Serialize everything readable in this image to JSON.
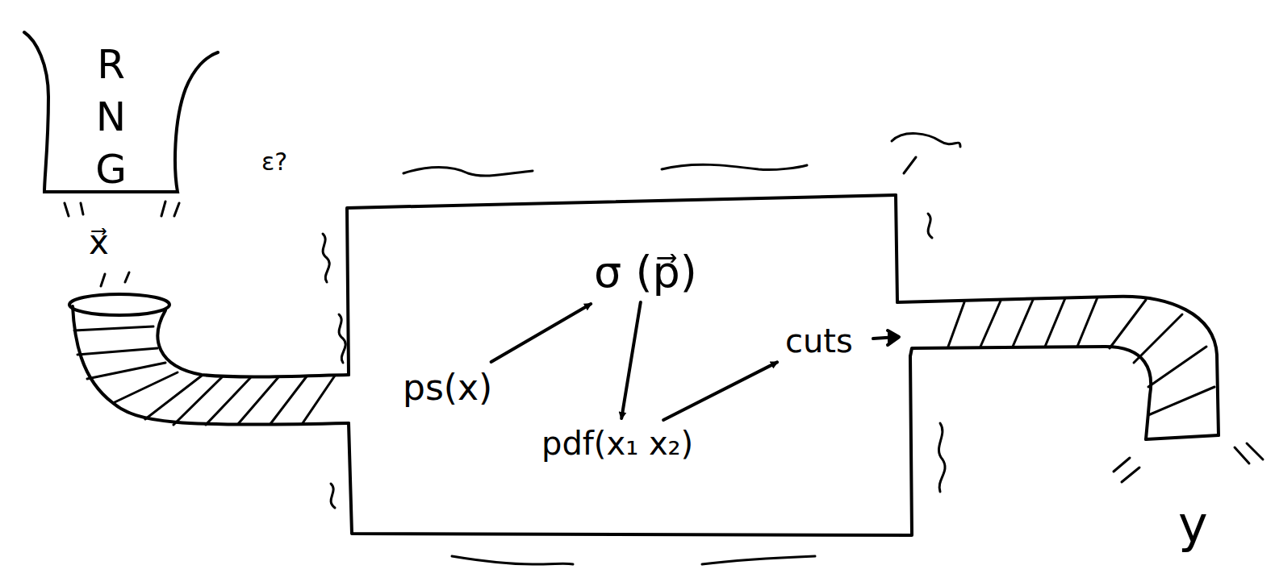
{
  "diagram": {
    "nodes": [
      {
        "text": [
          "RNG"
        ]
      },
      {
        "text": []
      },
      {
        "text": [
          "ps(x)"
        ],
        "in": 1
      },
      {
        "text": [
          "σ (p⃗)"
        ],
        "in": 1
      },
      {
        "text": [
          "pdf(x₁ x₂)"
        ],
        "in": 1
      },
      {
        "text": [
          "cuts"
        ],
        "in": 1
      }
    ],
    "edges": [
      {
        "from": 2,
        "to": 3,
        "arrow": "to"
      },
      {
        "from": 3,
        "to": 4,
        "arrow": "to"
      },
      {
        "from": 4,
        "to": 5,
        "arrow": "to"
      }
    ],
    "labels": [
      "x⃗",
      "ε?",
      "y"
    ]
  }
}
